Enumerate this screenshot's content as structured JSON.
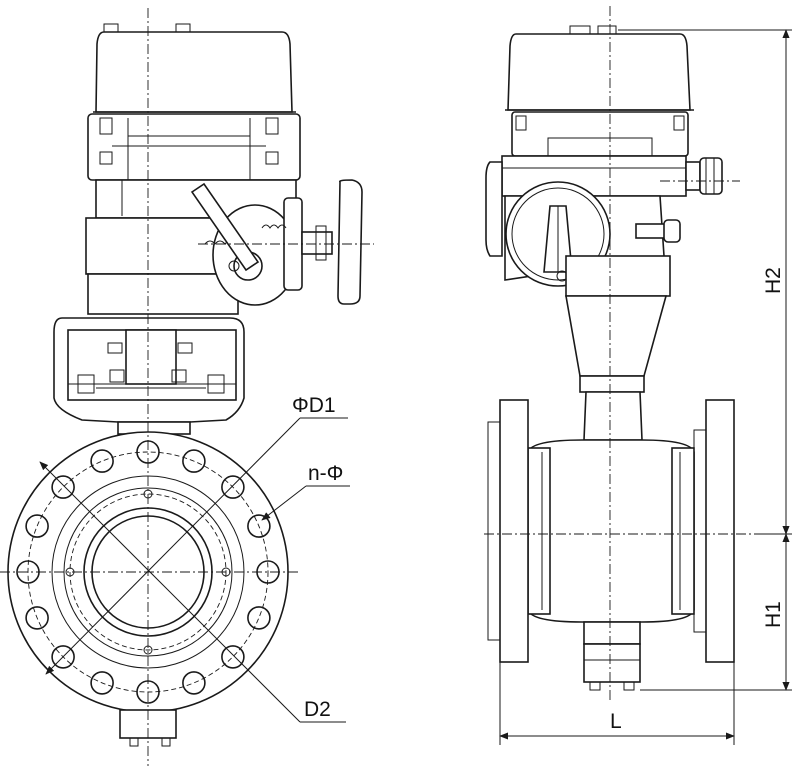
{
  "labels": {
    "phi_d1": "ΦD1",
    "n_phi": "n-Φ",
    "d2": "D2",
    "h1": "H1",
    "h2": "H2",
    "l": "L"
  },
  "colors": {
    "line": "#1a1a1a",
    "background": "#ffffff"
  }
}
